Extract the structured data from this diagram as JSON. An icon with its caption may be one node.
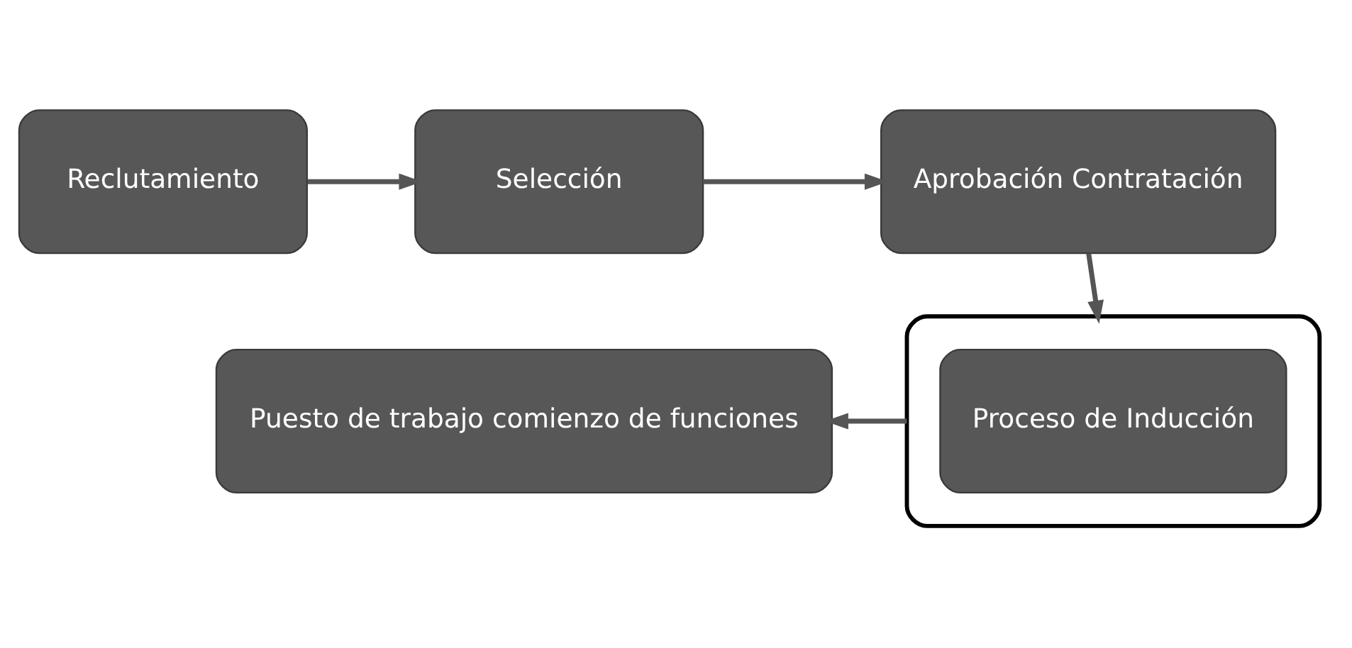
{
  "diagram": {
    "nodes": [
      {
        "text": [
          "Reclutamiento"
        ]
      },
      {
        "text": [
          "Selección"
        ]
      },
      {
        "text": [
          "Aprobación Contratación"
        ]
      },
      {
        "text": [],
        "shape": "box"
      },
      {
        "text": [
          "Proceso de Inducción"
        ],
        "in": 3
      },
      {
        "text": [
          "Puesto de trabajo comienzo de funciones"
        ]
      }
    ],
    "edges": [
      {
        "from": 0,
        "to": 1,
        "arrow": "to"
      },
      {
        "from": 1,
        "to": 2,
        "arrow": "to"
      },
      {
        "from": 2,
        "to": 3,
        "arrow": "to"
      },
      {
        "from": 3,
        "to": 5,
        "arrow": "to"
      }
    ]
  }
}
